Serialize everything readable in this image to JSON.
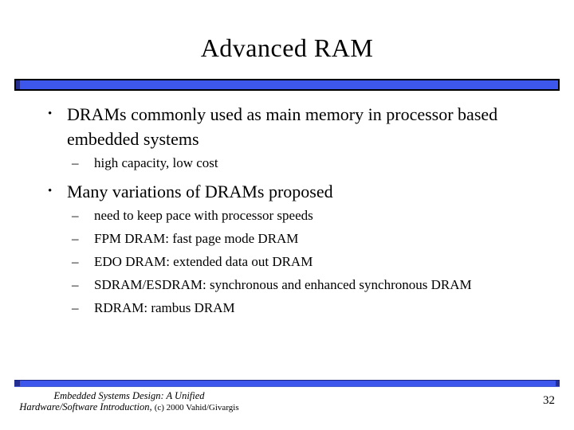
{
  "slide": {
    "title": "Advanced RAM",
    "page_number": "32"
  },
  "content": {
    "bullet_char": "•",
    "sub_bullet_char": "–",
    "bullets": [
      {
        "text": "DRAMs commonly used as main memory in processor based embedded systems",
        "subs": [
          "high capacity, low cost"
        ]
      },
      {
        "text": "Many variations of DRAMs proposed",
        "subs": [
          "need to keep pace with processor speeds",
          "FPM DRAM: fast page mode DRAM",
          "EDO DRAM: extended data out DRAM",
          "SDRAM/ESDRAM: synchronous and enhanced synchronous DRAM",
          "RDRAM: rambus DRAM"
        ]
      }
    ]
  },
  "footer": {
    "line1": "Embedded Systems Design: A Unified",
    "line2_italic": "Hardware/Software Introduction,",
    "line2_regular": "(c) 2000 Vahid/Givargis"
  },
  "colors": {
    "bar_blue": "#3d57ec",
    "bar_dark": "#242f91",
    "bar_border": "#000000"
  }
}
